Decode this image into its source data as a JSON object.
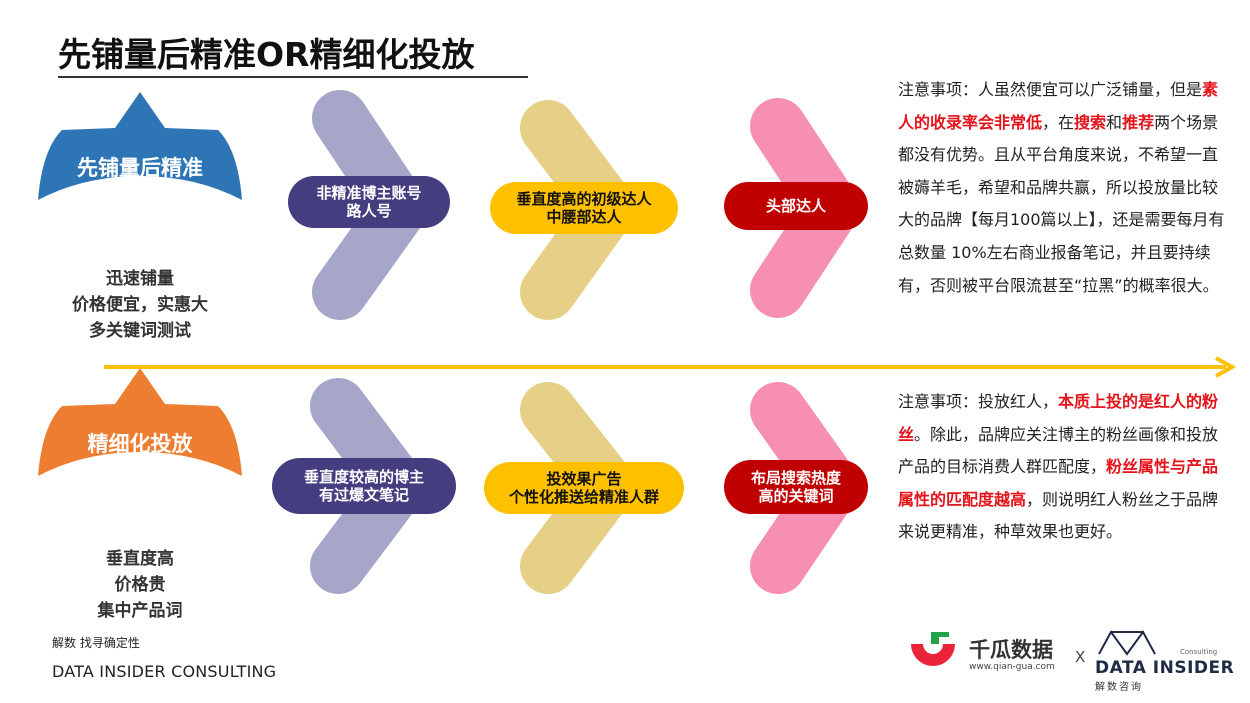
{
  "title": "先铺量后精准OR精细化投放",
  "colors": {
    "blue_shield": "#2e75b6",
    "orange_shield": "#ed7d31",
    "purple_chevron": "#a6a6c8",
    "tan_chevron": "#e6cf86",
    "pink_chevron": "#f78fb3",
    "navy_pill": "#443d80",
    "yellow_pill": "#ffc000",
    "red_pill": "#c00000",
    "axis_arrow": "#ffc000",
    "highlight_red": "#e3141b"
  },
  "top_row": {
    "shield_label": "先铺量后精准",
    "features": [
      "迅速铺量",
      "价格便宜，实惠大",
      "多关键词测试"
    ],
    "pills": [
      {
        "lines": [
          "非精准博主账号",
          "路人号"
        ]
      },
      {
        "lines": [
          "垂直度高的初级达人",
          "中腰部达人"
        ]
      },
      {
        "lines": [
          "头部达人"
        ]
      }
    ],
    "note": [
      {
        "text": "注意事项：人虽然便宜可以广泛铺量，但是",
        "red": false
      },
      {
        "text": "素人的收录率会非常低",
        "red": true
      },
      {
        "text": "，在",
        "red": false
      },
      {
        "text": "搜索",
        "red": true
      },
      {
        "text": "和",
        "red": false
      },
      {
        "text": "推荐",
        "red": true
      },
      {
        "text": "两个场景都没有优势。且从平台角度来说，不希望一直被薅羊毛，希望和品牌共赢，所以投放量比较大的品牌【每月100篇以上】，还是需要每月有总数量 10%左右商业报备笔记，并且要持续有，否则被平台限流甚至“拉黑”的概率很大。",
        "red": false
      }
    ]
  },
  "bottom_row": {
    "shield_label": "精细化投放",
    "features": [
      "垂直度高",
      "价格贵",
      "集中产品词"
    ],
    "pills": [
      {
        "lines": [
          "垂直度较高的博主",
          "有过爆文笔记"
        ]
      },
      {
        "lines": [
          "投效果广告",
          "个性化推送给精准人群"
        ]
      },
      {
        "lines": [
          "布局搜索热度",
          "高的关键词"
        ]
      }
    ],
    "note": [
      {
        "text": "注意事项：投放红人，",
        "red": false
      },
      {
        "text": "本质上投的是红人的粉丝",
        "red": true
      },
      {
        "text": "。除此，品牌应关注博主的粉丝画像和投放产品的目标消费人群匹配度，",
        "red": false
      },
      {
        "text": "粉丝属性与产品属性的匹配度越高",
        "red": true
      },
      {
        "text": "，则说明红人粉丝之于品牌来说更精准，种草效果也更好。",
        "red": false
      }
    ]
  },
  "footer": {
    "tagline": "解数 找寻确定性",
    "company": "DATA INSIDER CONSULTING"
  },
  "logos": {
    "qiangua_name": "千瓜数据",
    "qiangua_url": "www.qian-gua.com",
    "separator": "X",
    "datainsider_name": "DATA INSIDER",
    "datainsider_sub": "解数咨询",
    "datainsider_consulting": "Consulting"
  }
}
